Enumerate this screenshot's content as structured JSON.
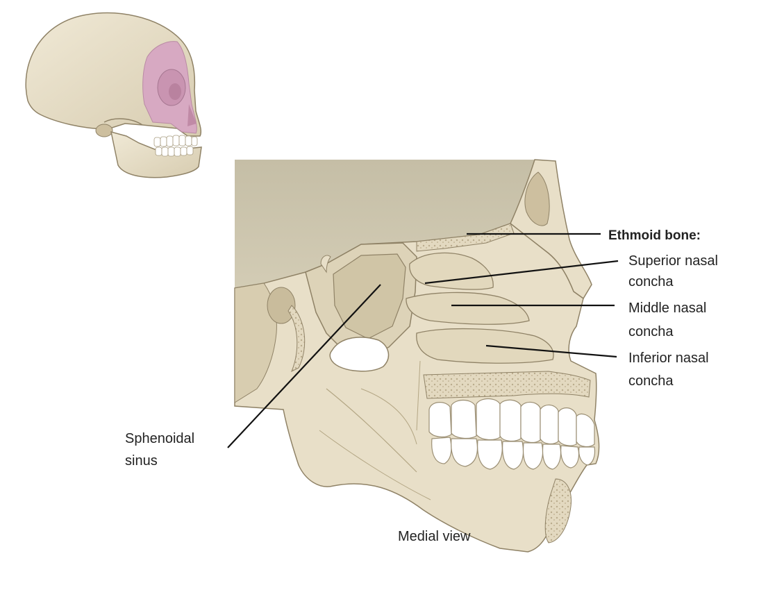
{
  "figure": {
    "caption": "Medial view"
  },
  "labels": {
    "ethmoid_heading": "Ethmoid bone:",
    "superior_line1": "Superior nasal",
    "superior_line2": "concha",
    "middle_line1": "Middle nasal",
    "middle_line2": "concha",
    "inferior_line1": "Inferior nasal",
    "inferior_line2": "concha",
    "sphenoid_line1": "Sphenoidal",
    "sphenoid_line2": "sinus"
  },
  "colors": {
    "bone": "#e8dfc8",
    "bone_shadow": "#cdbf9f",
    "bone_outline": "#8f8266",
    "cranial_cavity": "#cbc4ad",
    "highlight": "#d7a9c2",
    "teeth": "#ffffff",
    "spongy": "#d9ceb3",
    "text": "#222222"
  },
  "icons": [
    "skull-thumbnail-icon",
    "skull-medial-section-illustration"
  ]
}
